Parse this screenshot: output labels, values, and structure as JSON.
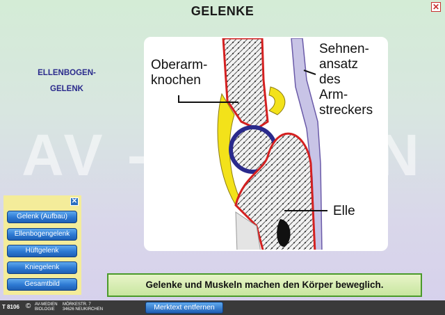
{
  "header": {
    "title": "GELENKE"
  },
  "topic": {
    "line1": "ELLENBOGEN-",
    "line2": "GELENK"
  },
  "watermark": "AV - MEDIEN",
  "diagram": {
    "label_humerus_1": "Oberarm-",
    "label_humerus_2": "knochen",
    "label_tendon_1": "Sehnen-",
    "label_tendon_2": "ansatz",
    "label_tendon_3": "des",
    "label_tendon_4": "Arm-",
    "label_tendon_5": "streckers",
    "label_ulna": "Elle"
  },
  "nav": {
    "items": [
      {
        "label": "Gelenk (Aufbau)"
      },
      {
        "label": "Ellenbogengelenk"
      },
      {
        "label": "Hüftgelenk"
      },
      {
        "label": "Kniegelenk"
      },
      {
        "label": "Gesamtbild"
      }
    ]
  },
  "caption": "Gelenke und Muskeln machen den Körper beweglich.",
  "footer": {
    "code": "T 8106",
    "copyright_symbol": "©",
    "company_1": "AV-MEDIEN",
    "company_2": "BIOLOGIE",
    "address_1": "MÖRKESTR. 7",
    "address_2": "34626  NEUKIRCHEN",
    "button_label": "Merktext entfernen"
  },
  "colors": {
    "accent_blue": "#2c78d2",
    "panel_yellow": "#f4ec9a",
    "caption_green": "#4a9a2a",
    "bone_red": "#d42020",
    "cartilage_yellow": "#f3e21a"
  }
}
